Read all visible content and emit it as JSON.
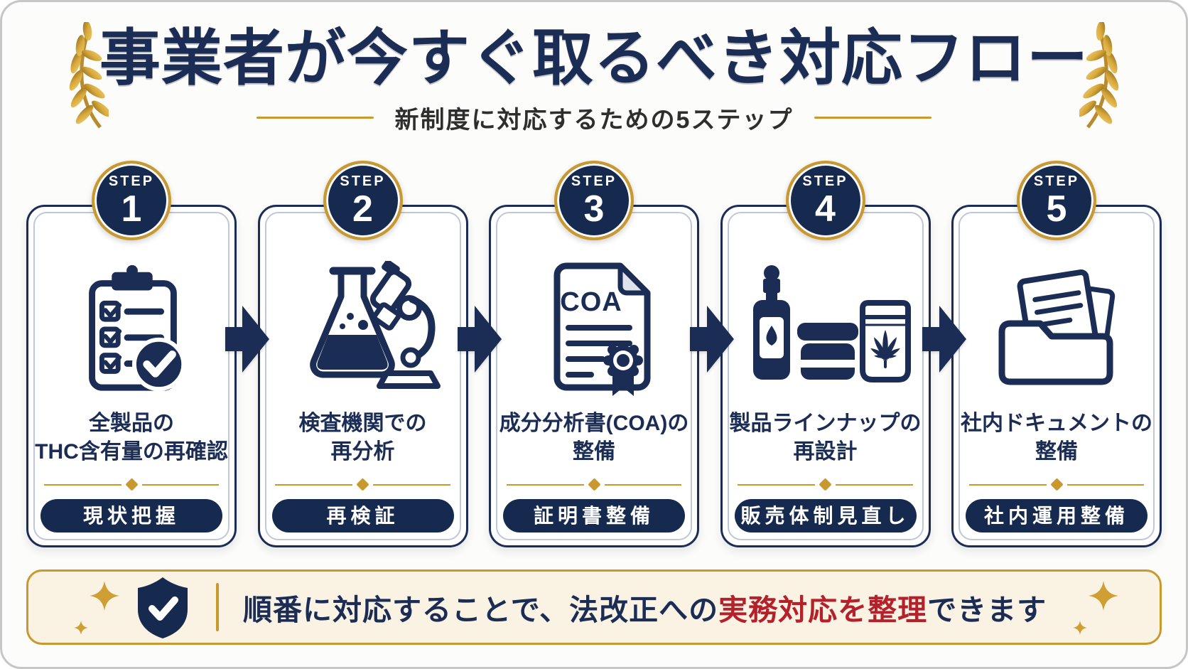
{
  "title": "事業者が今すぐ取るべき対応フロー",
  "subtitle": "新制度に対応するための5ステップ",
  "colors": {
    "navy": "#1c2d55",
    "gold": "#c9992f",
    "red": "#b5212b",
    "cream": "#faf3e4"
  },
  "steps": [
    {
      "step_label": "STEP",
      "number": "1",
      "icon": "clipboard-checklist-icon",
      "heading_line1": "全製品の",
      "heading_line2": "THC含有量の再確認",
      "badge": "現状把握"
    },
    {
      "step_label": "STEP",
      "number": "2",
      "icon": "lab-analysis-icon",
      "heading_line1": "検査機関での",
      "heading_line2": "再分析",
      "badge": "再検証"
    },
    {
      "step_label": "STEP",
      "number": "3",
      "icon": "coa-certificate-icon",
      "icon_text": "COA",
      "heading_line1": "成分分析書(COA)の",
      "heading_line2": "整備",
      "badge": "証明書整備"
    },
    {
      "step_label": "STEP",
      "number": "4",
      "icon": "product-lineup-icon",
      "heading_line1": "製品ラインナップの",
      "heading_line2": "再設計",
      "badge": "販売体制見直し"
    },
    {
      "step_label": "STEP",
      "number": "5",
      "icon": "document-folder-icon",
      "heading_line1": "社内ドキュメントの",
      "heading_line2": "整備",
      "badge": "社内運用整備"
    }
  ],
  "footer": {
    "text_before": "順番に対応することで、法改正への",
    "text_highlight": "実務対応を整理",
    "text_after": "できます"
  }
}
